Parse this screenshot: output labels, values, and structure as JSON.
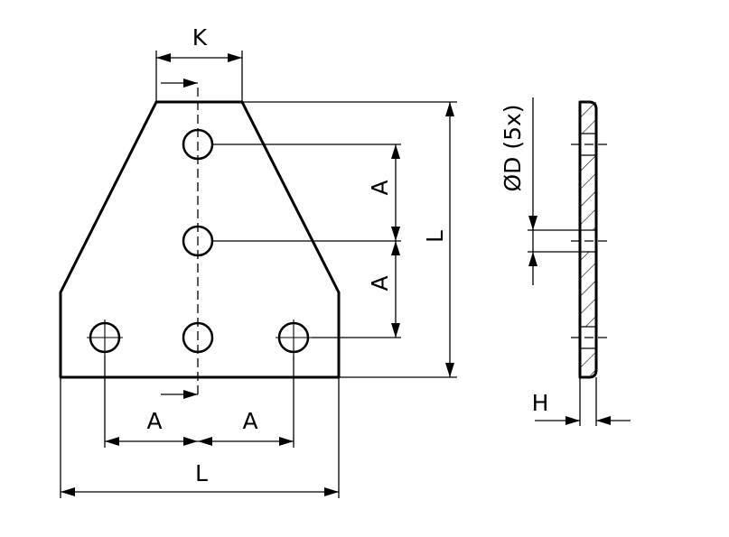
{
  "drawing": {
    "labels": {
      "k": "K",
      "a_vertical_top": "A",
      "a_vertical_bottom": "A",
      "l_vertical": "L",
      "a_horizontal_left": "A",
      "a_horizontal_right": "A",
      "l_horizontal": "L",
      "hole_diameter": "ØD (5x)",
      "thickness": "H"
    }
  }
}
